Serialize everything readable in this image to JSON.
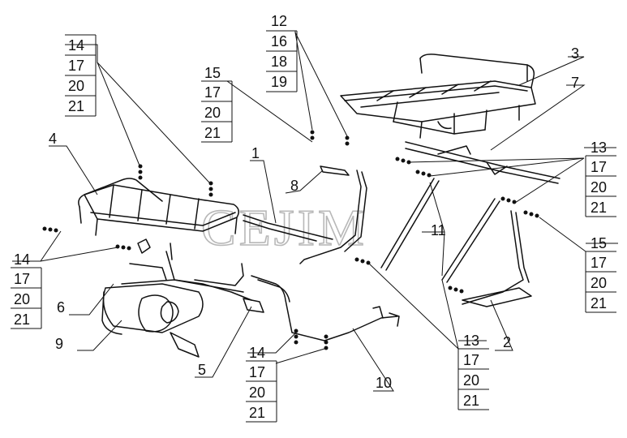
{
  "watermark": "CEJIM",
  "callouts": {
    "c1": "1",
    "c2": "2",
    "c3": "3",
    "c4": "4",
    "c5": "5",
    "c6": "6",
    "c7": "7",
    "c8": "8",
    "c9": "9",
    "c10": "10",
    "c11": "11"
  },
  "stacks": [
    {
      "id": "tl",
      "items": [
        "14",
        "17",
        "20",
        "21"
      ]
    },
    {
      "id": "tc",
      "items": [
        "12",
        "16",
        "18",
        "19"
      ]
    },
    {
      "id": "lc",
      "items": [
        "15",
        "17",
        "20",
        "21"
      ]
    },
    {
      "id": "left",
      "items": [
        "14",
        "17",
        "20",
        "21"
      ]
    },
    {
      "id": "rt",
      "items": [
        "13",
        "17",
        "20",
        "21"
      ]
    },
    {
      "id": "rb",
      "items": [
        "15",
        "17",
        "20",
        "21"
      ]
    },
    {
      "id": "bc",
      "items": [
        "13",
        "17",
        "20",
        "21"
      ]
    },
    {
      "id": "bl",
      "items": [
        "14",
        "17",
        "20",
        "21"
      ]
    }
  ]
}
